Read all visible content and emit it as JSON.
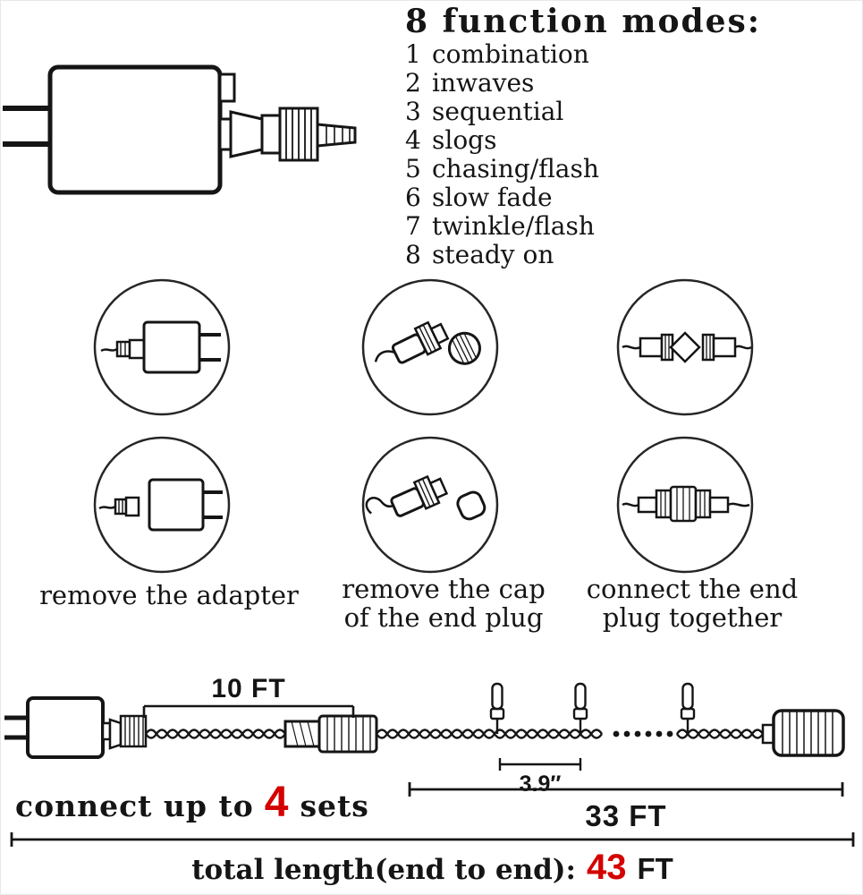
{
  "modes_section": {
    "title": "8 function modes:",
    "items": [
      {
        "num": "1",
        "label": "combination"
      },
      {
        "num": "2",
        "label": "inwaves"
      },
      {
        "num": "3",
        "label": "sequential"
      },
      {
        "num": "4",
        "label": "slogs"
      },
      {
        "num": "5",
        "label": "chasing/flash"
      },
      {
        "num": "6",
        "label": "slow fade"
      },
      {
        "num": "7",
        "label": "twinkle/flash"
      },
      {
        "num": "8",
        "label": "steady on"
      }
    ]
  },
  "steps": {
    "step1_caption": "remove the adapter",
    "step2_caption_line1": "remove the cap",
    "step2_caption_line2": "of the end plug",
    "step3_caption_line1": "connect the end",
    "step3_caption_line2": "plug together"
  },
  "diagram": {
    "lead_length": "10 FT",
    "bulb_spacing": "3.9″",
    "connect_prefix": "connect up to",
    "connect_count": "4",
    "connect_suffix": "sets",
    "string_length": "33 FT",
    "total_label": "total length(end to end):",
    "total_value_number": "43",
    "total_value_unit": "FT"
  },
  "colors": {
    "ink": "#151515",
    "accent_red": "#d40000"
  }
}
